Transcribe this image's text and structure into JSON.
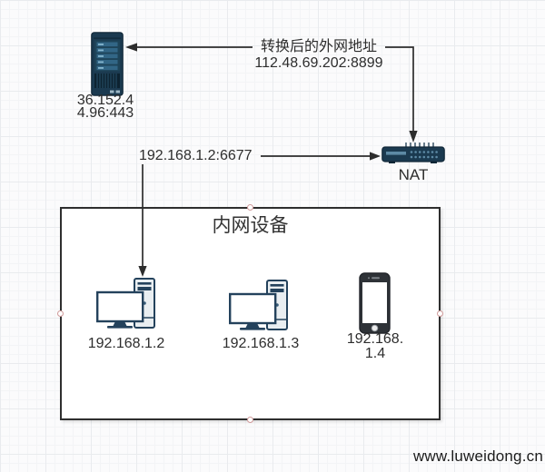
{
  "diagram": {
    "external_server": {
      "label": "36.152.4\n4.96:443"
    },
    "external_connector": {
      "label": "转换后的外网地址\n112.48.69.202:8899"
    },
    "internal_connector": {
      "label": "192.168.1.2:6677"
    },
    "nat_device": {
      "label": "NAT"
    },
    "group": {
      "title": "内网设备"
    },
    "devices": [
      {
        "type": "desktop-pc",
        "label": "192.168.1.2"
      },
      {
        "type": "desktop-pc",
        "label": "192.168.1.3"
      },
      {
        "type": "smartphone",
        "label": "192.168.\n1.4"
      }
    ]
  },
  "watermark": {
    "text": "www.luweidong.cn"
  },
  "colors": {
    "canvas_background": "#fbfbfc",
    "grid_minor": "#f3f4f6",
    "grid_major": "#e9ebee",
    "device_navy": "#1b3a50",
    "device_slot_blue": "#5d8aa5",
    "connector_line": "#2d2d2d",
    "group_border": "#2e2e2e",
    "handle_outline": "#d09a9a",
    "pc_body_gray": "#e9eef1",
    "pc_outline": "#24425c",
    "phone_body": "#2e3237"
  }
}
